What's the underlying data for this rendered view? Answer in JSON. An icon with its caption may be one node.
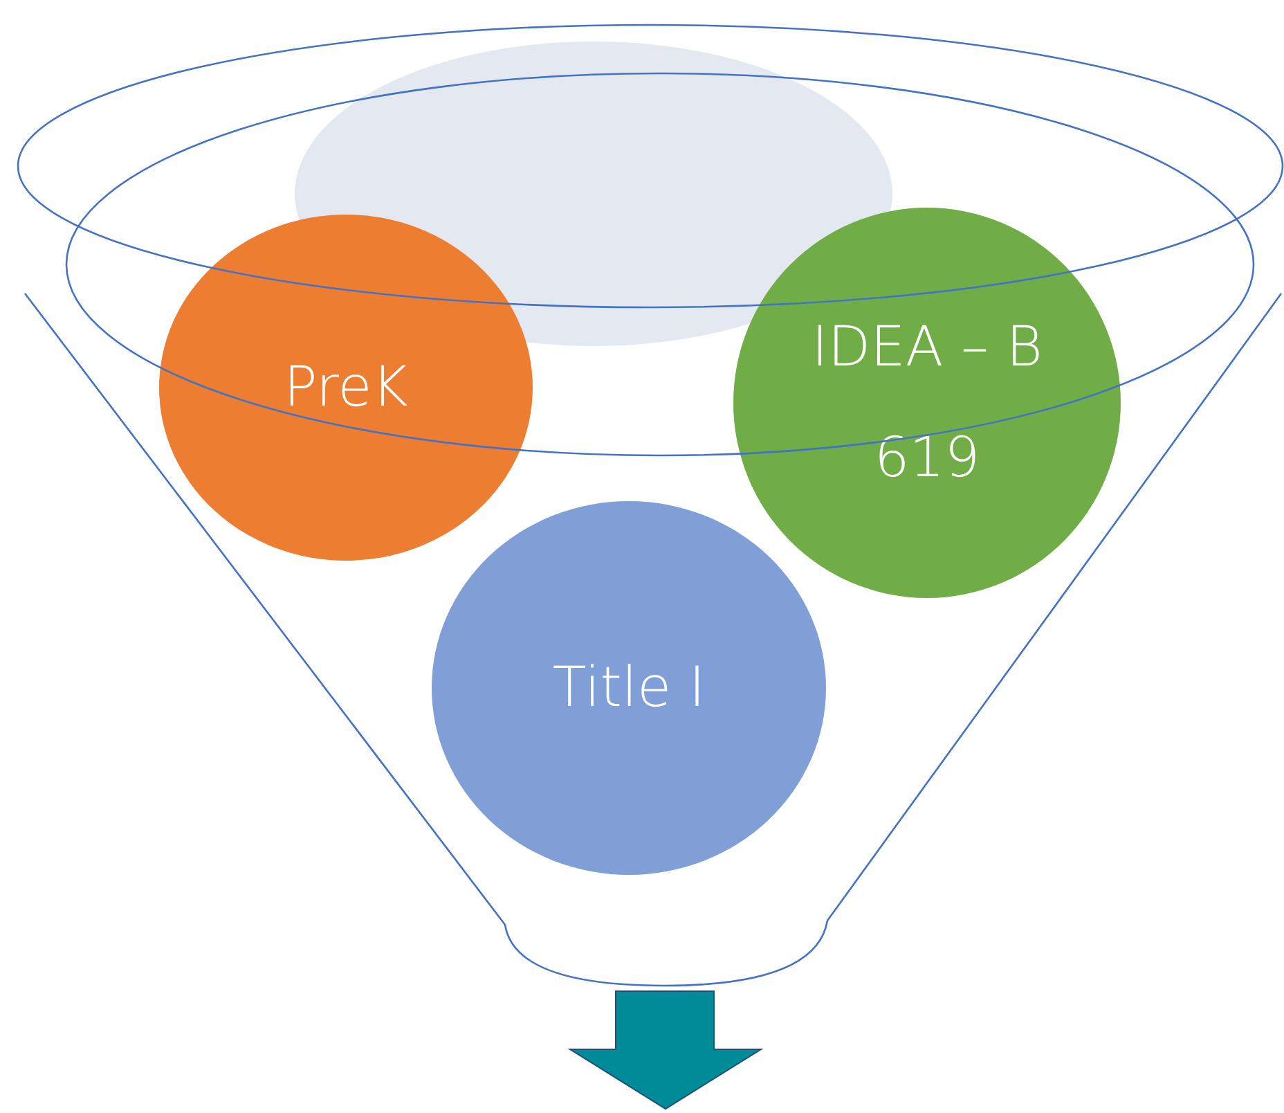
{
  "diagram": {
    "nodes": [
      {
        "text": [],
        "shape": "ellipse"
      },
      {
        "text": [
          "PreK"
        ]
      },
      {
        "text": [
          "IDEA – B 619"
        ]
      },
      {
        "text": [
          "Title I"
        ]
      }
    ]
  }
}
